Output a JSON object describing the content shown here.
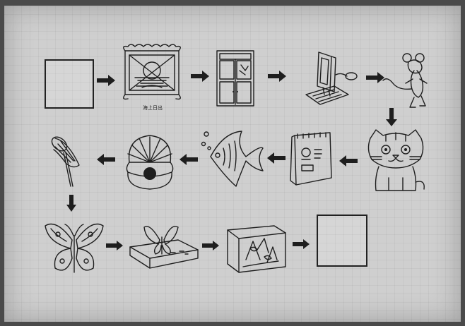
{
  "sequence": {
    "items": [
      {
        "name": "blank-start",
        "caption": ""
      },
      {
        "name": "framed-sunrise-picture",
        "caption": "海上日出"
      },
      {
        "name": "wardrobe",
        "caption": ""
      },
      {
        "name": "computer",
        "caption": ""
      },
      {
        "name": "mouse-animal",
        "caption": ""
      },
      {
        "name": "cat",
        "caption": ""
      },
      {
        "name": "calendar",
        "caption": ""
      },
      {
        "name": "fish",
        "caption": ""
      },
      {
        "name": "shell-with-pearl",
        "caption": ""
      },
      {
        "name": "butterfly-net",
        "caption": ""
      },
      {
        "name": "butterfly",
        "caption": ""
      },
      {
        "name": "butterfly-specimen",
        "caption": ""
      },
      {
        "name": "fish-tank",
        "caption": ""
      },
      {
        "name": "blank-end",
        "caption": ""
      }
    ]
  },
  "colors": {
    "ink": "#1e1e1e",
    "paper": "#cfcfcf",
    "background": "#4a4a4a"
  }
}
